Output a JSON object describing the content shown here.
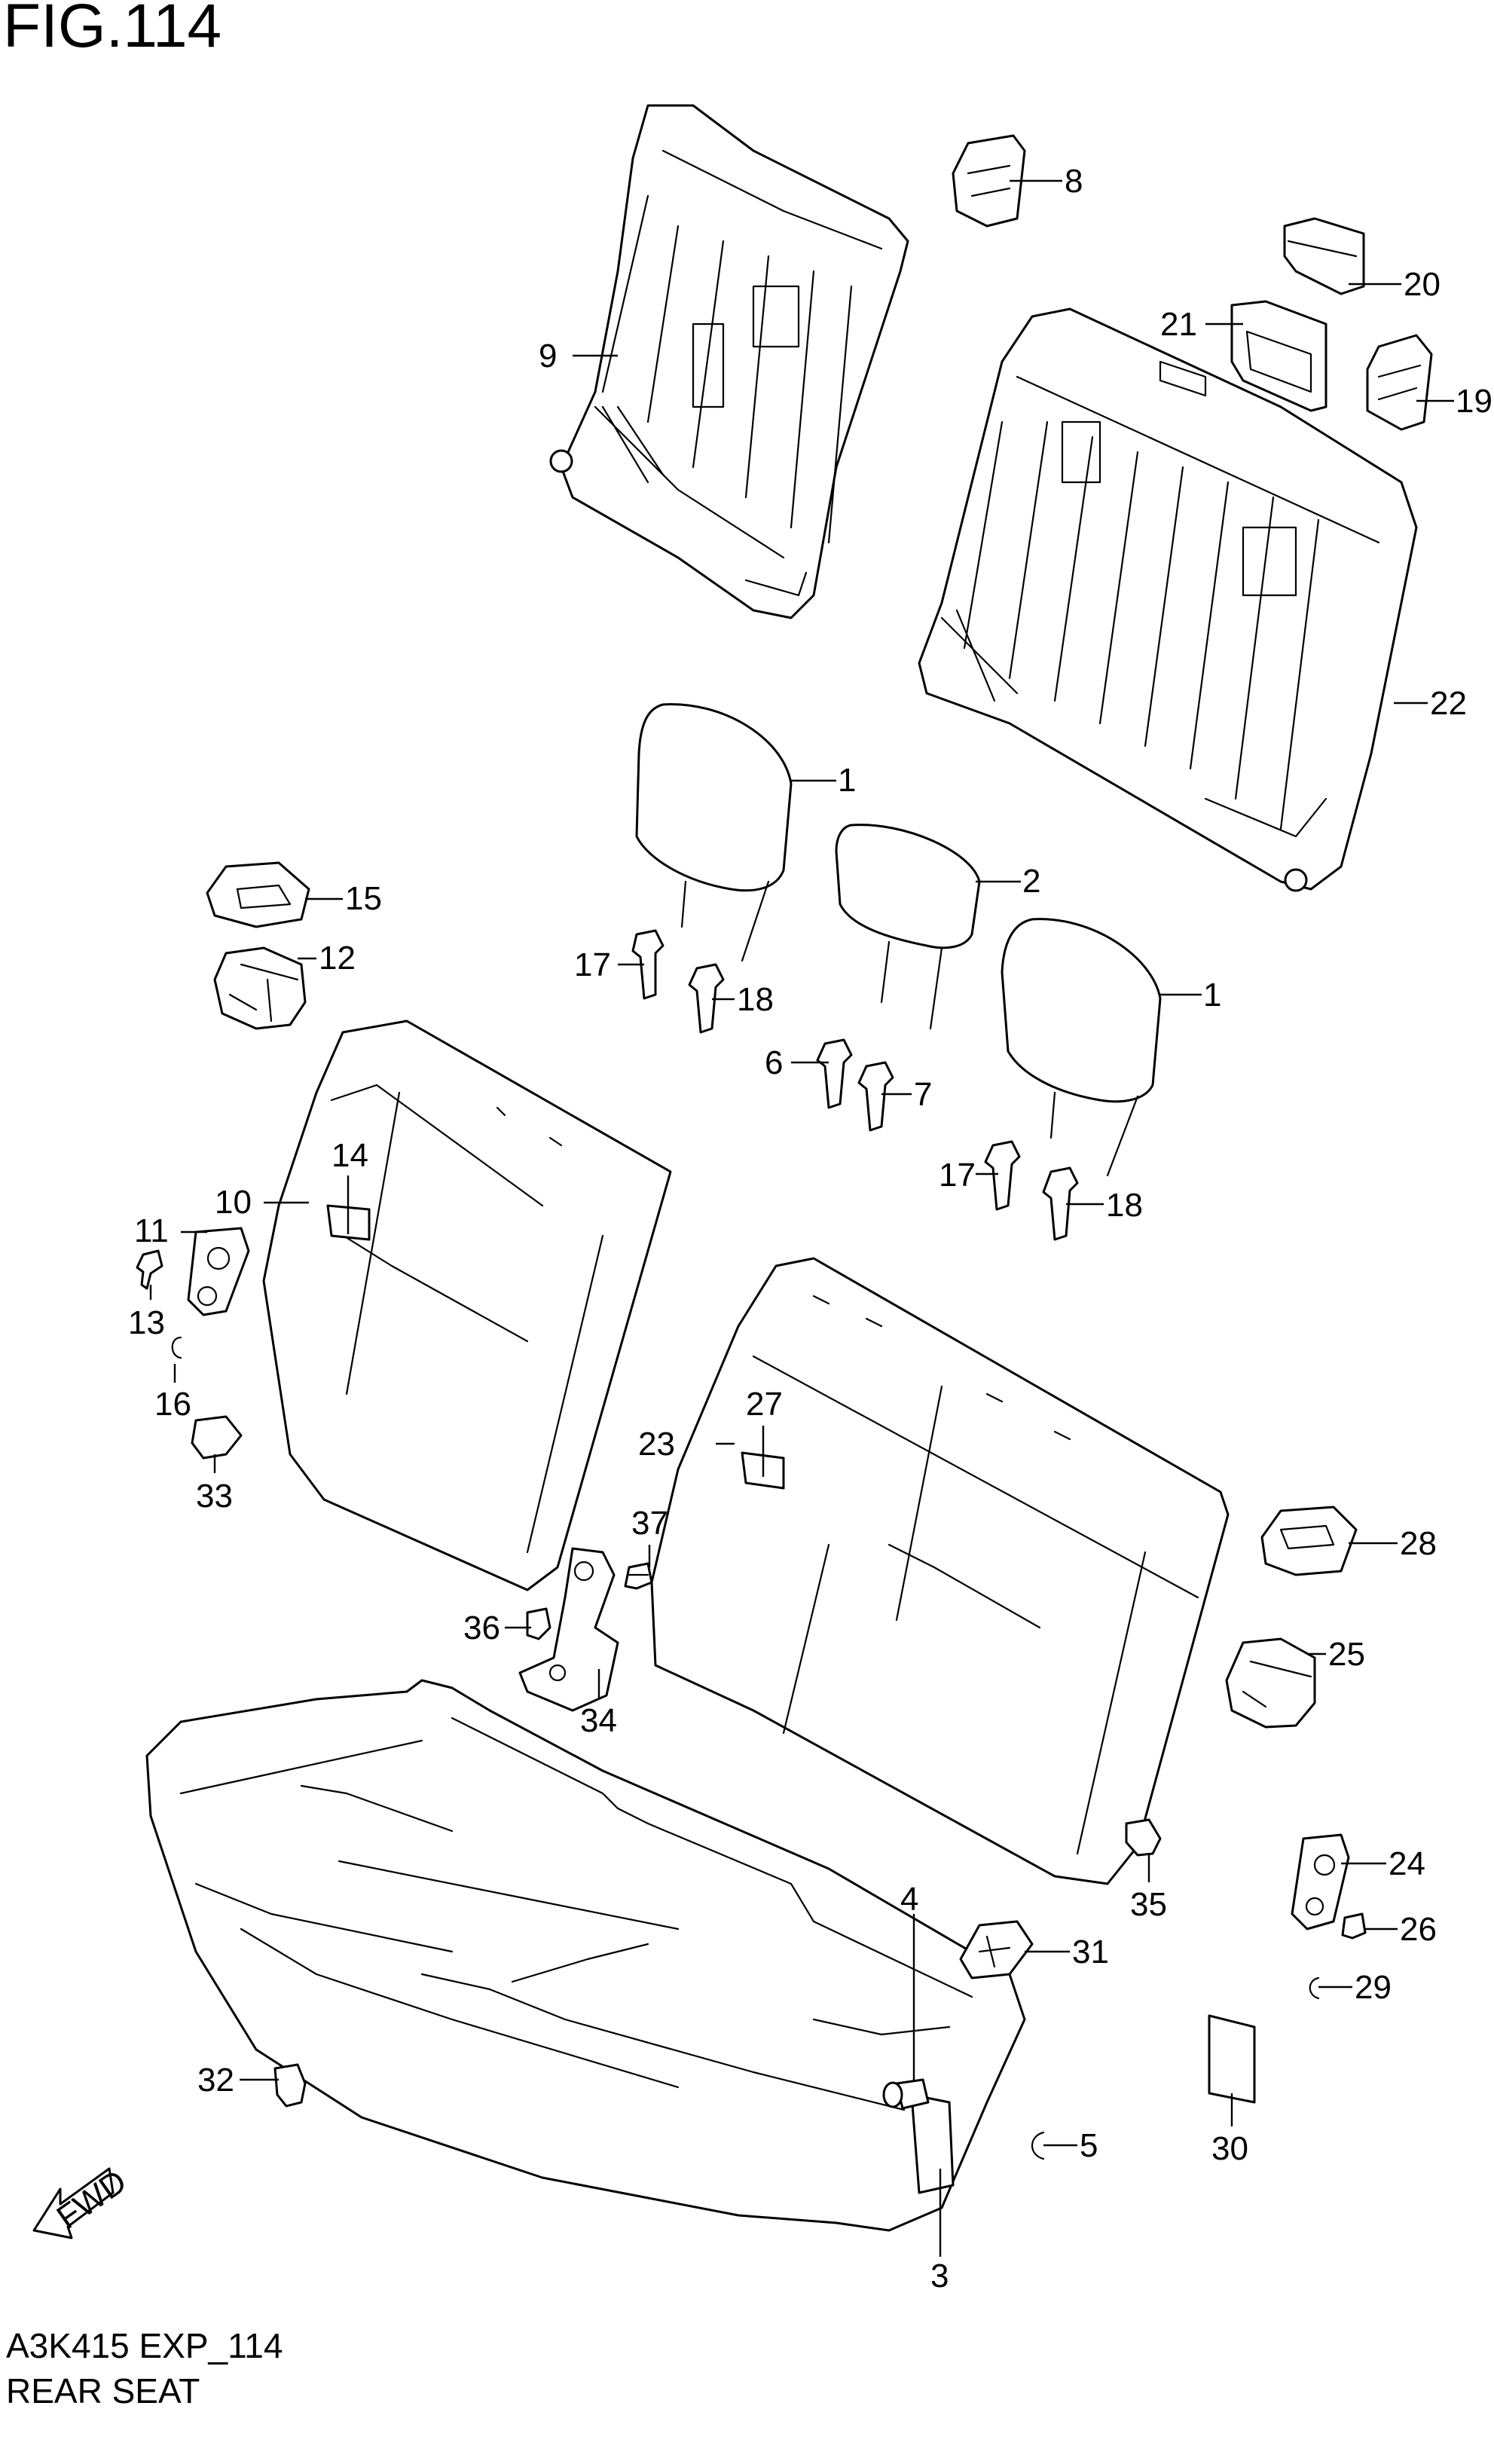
{
  "figure": {
    "title": "FIG.114"
  },
  "footer": {
    "code": "A3K415 EXP_114",
    "name": "REAR SEAT"
  },
  "fwd_arrow": {
    "text": "FWD"
  },
  "callouts": {
    "c1a": "1",
    "c1b": "1",
    "c2": "2",
    "c3": "3",
    "c4": "4",
    "c5": "5",
    "c6": "6",
    "c7": "7",
    "c8": "8",
    "c9": "9",
    "c10": "10",
    "c11": "11",
    "c12": "12",
    "c13": "13",
    "c14": "14",
    "c15": "15",
    "c16": "16",
    "c17a": "17",
    "c17b": "17",
    "c18a": "18",
    "c18b": "18",
    "c19": "19",
    "c20": "20",
    "c21": "21",
    "c22": "22",
    "c23": "23",
    "c24": "24",
    "c25": "25",
    "c26": "26",
    "c27": "27",
    "c28": "28",
    "c29": "29",
    "c30": "30",
    "c31": "31",
    "c32": "32",
    "c33": "33",
    "c34": "34",
    "c35": "35",
    "c36": "36",
    "c37": "37"
  }
}
